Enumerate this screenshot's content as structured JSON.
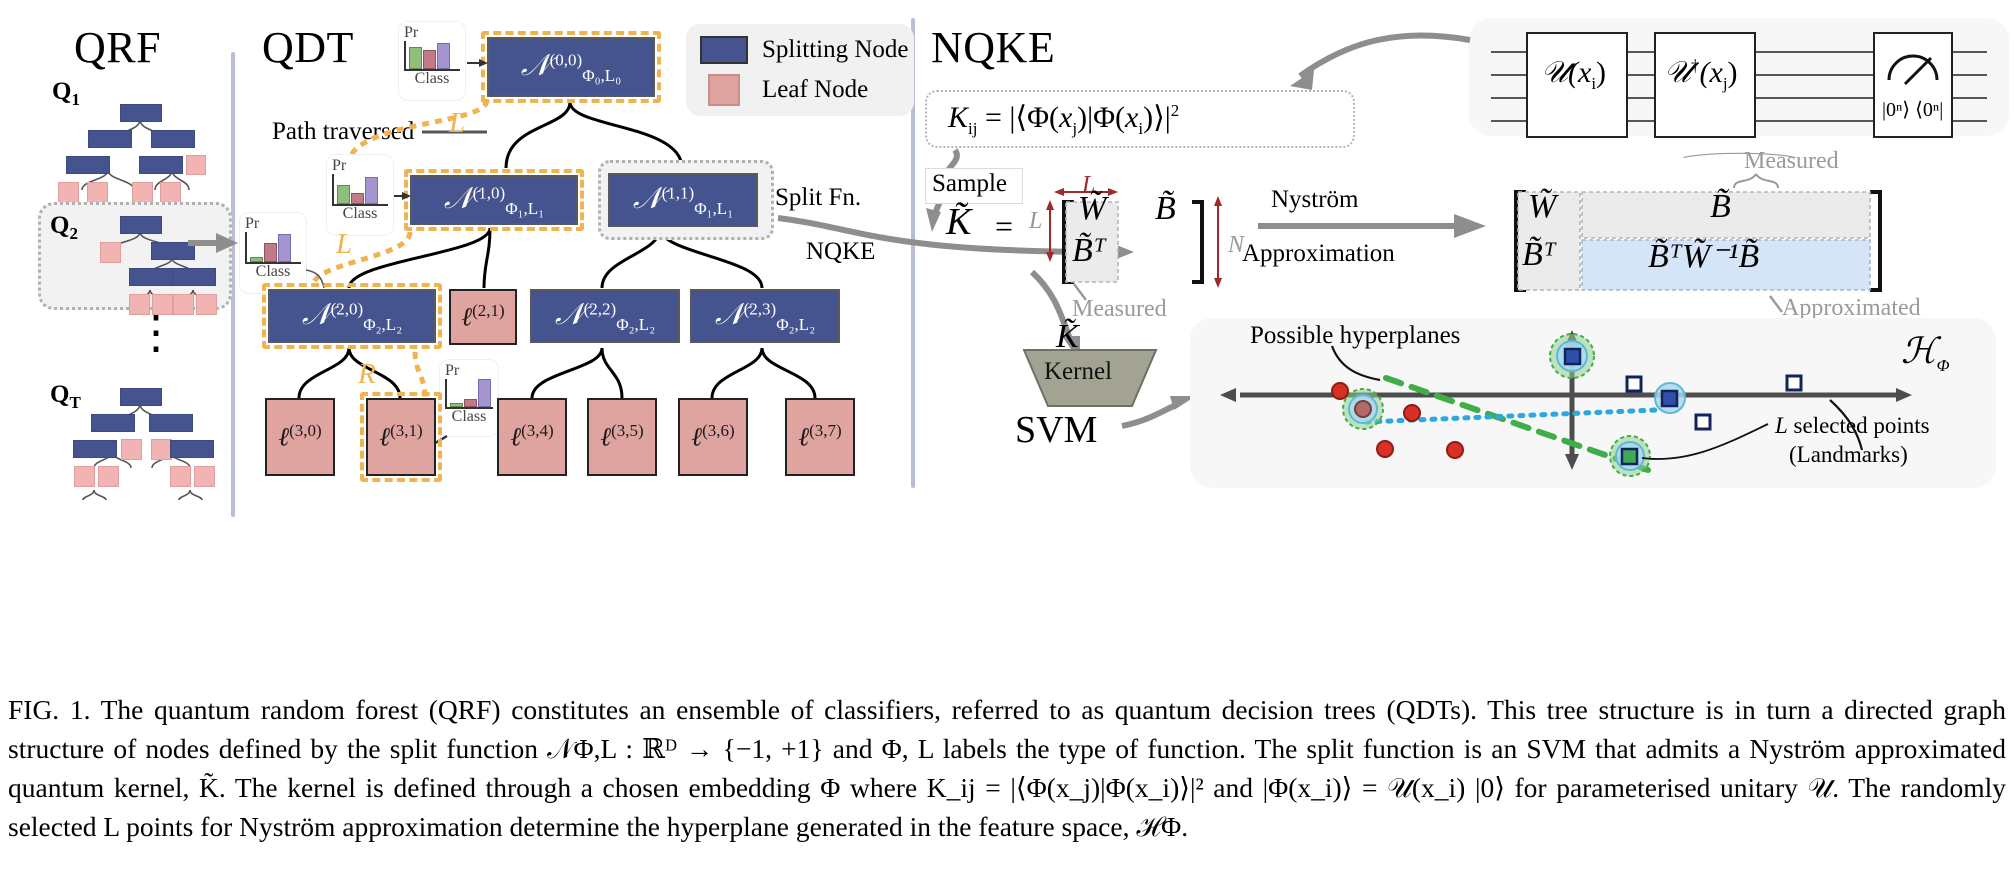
{
  "panels": {
    "qrf_title": "QRF",
    "qdt_title": "QDT",
    "nqke_title": "NQKE"
  },
  "qrf": {
    "tree_labels": [
      "Q",
      "Q",
      "Q"
    ],
    "tree_subs": [
      "1",
      "2",
      "T"
    ],
    "vdots": "⋮"
  },
  "legend": {
    "splitting": "Splitting Node",
    "leaf": "Leaf Node",
    "split_color": "#45548f",
    "leaf_color": "#dfa3a0"
  },
  "qdt": {
    "path_traversed": "Path traversed",
    "hist_pr": "Pr",
    "hist_class": "Class",
    "branch_L": "L",
    "branch_R": "R",
    "nodes": [
      {
        "id": "n00",
        "type": "split",
        "sym": "𝒩",
        "sup": "(0,0)",
        "sub": "Φ₀,L₀",
        "highlight": true
      },
      {
        "id": "n10",
        "type": "split",
        "sym": "𝒩",
        "sup": "(1,0)",
        "sub": "Φ₁,L₁",
        "highlight": true
      },
      {
        "id": "n11",
        "type": "split",
        "sym": "𝒩",
        "sup": "(1,1)",
        "sub": "Φ₁,L₁",
        "highlight": false
      },
      {
        "id": "n20",
        "type": "split",
        "sym": "𝒩",
        "sup": "(2,0)",
        "sub": "Φ₂,L₂",
        "highlight": true
      },
      {
        "id": "n21",
        "type": "leaf",
        "sym": "ℓ",
        "sup": "(2,1)",
        "sub": "",
        "highlight": false
      },
      {
        "id": "n22",
        "type": "split",
        "sym": "𝒩",
        "sup": "(2,2)",
        "sub": "Φ₂,L₂",
        "highlight": false
      },
      {
        "id": "n23",
        "type": "split",
        "sym": "𝒩",
        "sup": "(2,3)",
        "sub": "Φ₂,L₂",
        "highlight": false
      },
      {
        "id": "n30",
        "type": "leaf",
        "sym": "ℓ",
        "sup": "(3,0)",
        "sub": "",
        "highlight": false
      },
      {
        "id": "n31",
        "type": "leaf",
        "sym": "ℓ",
        "sup": "(3,1)",
        "sub": "",
        "highlight": true
      },
      {
        "id": "n34",
        "type": "leaf",
        "sym": "ℓ",
        "sup": "(3,4)",
        "sub": "",
        "highlight": false
      },
      {
        "id": "n35",
        "type": "leaf",
        "sym": "ℓ",
        "sup": "(3,5)",
        "sub": "",
        "highlight": false
      },
      {
        "id": "n36",
        "type": "leaf",
        "sym": "ℓ",
        "sup": "(3,6)",
        "sub": "",
        "highlight": false
      },
      {
        "id": "n37",
        "type": "leaf",
        "sym": "ℓ",
        "sup": "(3,7)",
        "sub": "",
        "highlight": false
      }
    ],
    "split_fn": "Split Fn.",
    "nqke_arrow_label": "NQKE"
  },
  "nqke": {
    "kernel_eq": "K",
    "kernel_eq_sub": "ij",
    "kernel_eq_rest": " = |⟨Φ(x",
    "kernel_formula": "K_{ij} = |⟨Φ(x_j)|Φ(x_i)⟩|²",
    "sample": "Sample",
    "nystrom": "Nyström",
    "approximation": "Approximation",
    "measured": "Measured",
    "approximated": "Approximated",
    "L": "L",
    "N": "N",
    "Ktilde": "K̃",
    "equals": "=",
    "block_W": "W̃",
    "block_B": "B̃",
    "block_BT": "B̃ᵀ",
    "block_approx": "B̃ᵀW̃⁻¹B̃",
    "svm": "SVM",
    "kernel_box": "Kernel",
    "kernel_box_top": "K̃",
    "possible_hyperplanes": "Possible hyperplanes",
    "feature_space": "ℋ",
    "feature_space_sub": "Φ",
    "landmarks_line1": "L selected points",
    "landmarks_line2": "(Landmarks)"
  },
  "circuit": {
    "gate1": "𝒰(x",
    "gate1_sub": "i",
    "gate1_close": ")",
    "gate2": "𝒰",
    "gate2_dag": "†",
    "gate2_x": "(x",
    "gate2_sub": "j",
    "gate2_close": ")",
    "measure_label": "|0ⁿ⟩ ⟨0ⁿ|",
    "num_wires": 4
  },
  "caption": {
    "text": "FIG. 1.  The quantum random forest (QRF) constitutes an ensemble of classifiers, referred to as quantum decision trees (QDTs). This tree structure is in turn a directed graph structure of nodes defined by the split function 𝒩Φ,L : ℝᴰ → {−1, +1} and Φ, L labels the type of function.  The split function is an SVM that admits a Nyström approximated quantum kernel, K̃.  The kernel is defined through a chosen embedding Φ where K_ij = |⟨Φ(x_j)|Φ(x_i)⟩|² and |Φ(x_i)⟩ = 𝒰(x_i) |0⟩ for parameterised unitary 𝒰. The randomly selected L points for Nyström approximation determine the hyperplane generated in the feature space, ℋΦ."
  },
  "colors": {
    "split_blue": "#45548f",
    "leaf_pink": "#dfa3a0",
    "highlight_orange": "#f0b351",
    "divider": "#b9bdd8",
    "grey_arrow": "#8e8e8e",
    "red_dim": "#9e2a2a",
    "approx_blue": "#d6e4f7",
    "measured_grey": "#eaeaea",
    "green_pt": "#4caf50",
    "blue_sq": "#1a2a7a",
    "red_circle": "#d93025",
    "cyan_ring": "#9fd7ef"
  }
}
